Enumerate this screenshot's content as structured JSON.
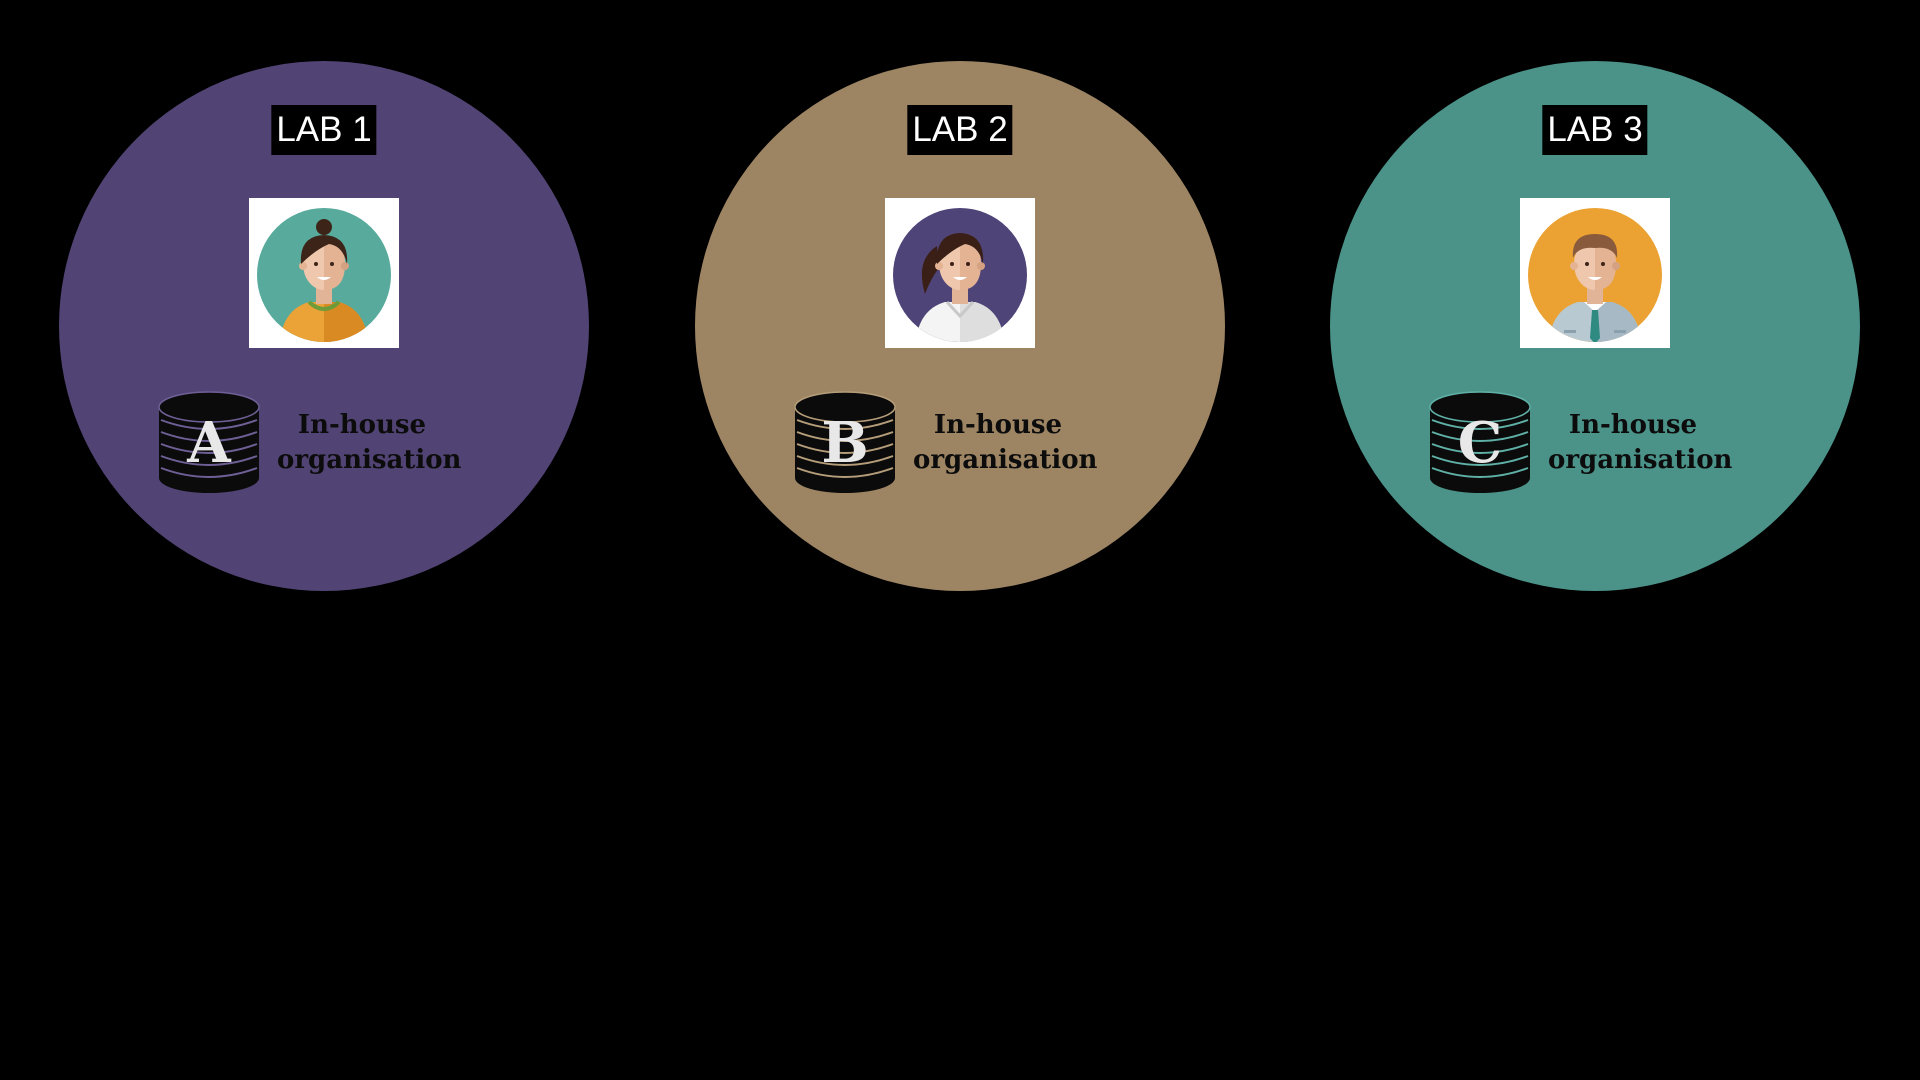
{
  "labs": [
    {
      "title": "LAB 1",
      "database_letter": "A",
      "org_label": [
        "In-house",
        "organisation"
      ],
      "circle_color": "#514474",
      "avatar": {
        "background": "#57aa9c",
        "shirt": "#eba236",
        "hair": "#3d2418",
        "style": "woman-bun"
      }
    },
    {
      "title": "LAB 2",
      "database_letter": "B",
      "org_label": [
        "In-house",
        "organisation"
      ],
      "circle_color": "#9d8564",
      "avatar": {
        "background": "#4f4478",
        "shirt": "#f4f4f4",
        "hair": "#3a1f17",
        "style": "woman-ponytail"
      }
    },
    {
      "title": "LAB 3",
      "database_letter": "C",
      "org_label": [
        "In-house",
        "organisation"
      ],
      "circle_color": "#4b9289",
      "avatar": {
        "background": "#eba233",
        "shirt": "#b9c9d2",
        "hair": "#8a5a3c",
        "style": "man-tie"
      }
    }
  ]
}
